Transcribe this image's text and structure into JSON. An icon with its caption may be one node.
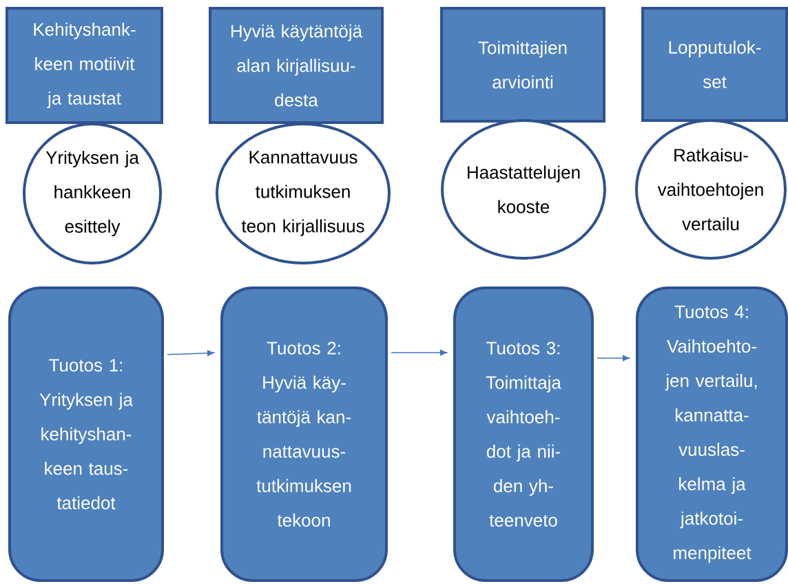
{
  "diagram": {
    "nodes": [
      {
        "text": [
          "Kehityshank- keen motiivit ja taustat"
        ]
      },
      {
        "text": [
          "Hyviä käytäntöjä alan kirjallisuu- desta"
        ]
      },
      {
        "text": [
          "Toimittajien arviointi"
        ]
      },
      {
        "text": [
          "Lopputulok- set"
        ]
      },
      {
        "text": [
          "Yrityksen ja hankkeen esittely"
        ]
      },
      {
        "text": [
          "Kannattavuus tutkimuksen teon kirjallisuus"
        ]
      },
      {
        "text": [
          "Haastattelujen kooste"
        ]
      },
      {
        "text": [
          "Ratkaisu- vaihtoehtojen vertailu"
        ]
      },
      {
        "text": [
          "Tuotos 1: Yrityksen ja kehityshan- keen taus- tatiedot"
        ]
      },
      {
        "text": [
          "Tuotos 2: Hyviä käy- täntöjä kan- nattavuus- tutkimuksen tekoon"
        ]
      },
      {
        "text": [
          "Tuotos 3: Toimittaja vaihtoeh- dot ja nii- den yh- teenveto"
        ]
      },
      {
        "text": [
          "Tuotos 4: Vaihtoehto- jen vertailu, kannatta- vuuslas- kelma ja jatkotoi- menpiteet"
        ]
      }
    ],
    "edges": [
      {
        "from": 8,
        "to": 9,
        "arrow": "to"
      },
      {
        "from": 9,
        "to": 10,
        "arrow": "to"
      },
      {
        "from": 10,
        "to": 11,
        "arrow": "to"
      }
    ]
  }
}
